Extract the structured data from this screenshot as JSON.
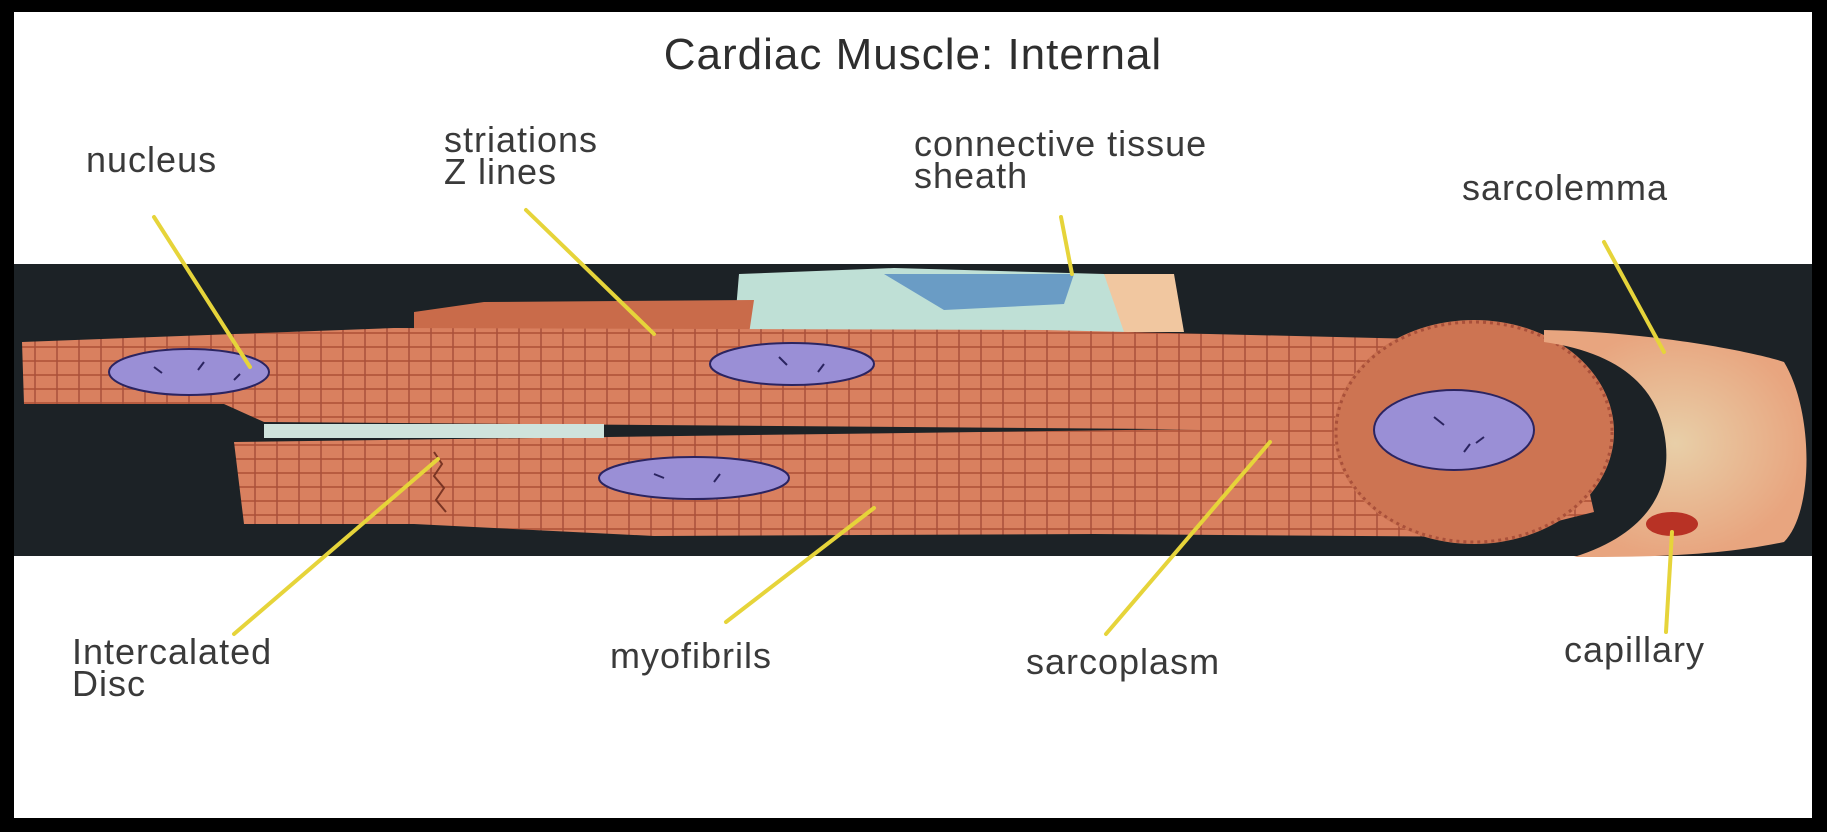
{
  "title": "Cardiac Muscle: Internal",
  "labels": {
    "nucleus": "nucleus",
    "striations_line1": "striations",
    "striations_line2": "Z lines",
    "connective_line1": "connective tissue",
    "connective_line2": "sheath",
    "sarcolemma": "sarcolemma",
    "intercalated_line1": "Intercalated",
    "intercalated_line2": "Disc",
    "myofibrils": "myofibrils",
    "sarcoplasm": "sarcoplasm",
    "capillary": "capillary"
  },
  "colors": {
    "background": "#ffffff",
    "frame": "#000000",
    "backdrop": "#1c2226",
    "muscle": "#d9805f",
    "muscle_dark": "#b85c40",
    "nucleus": "#9a8fd6",
    "sheath": "#bfe0d6",
    "sarcolemma": "#f1c7a0",
    "capillary": "#b83225",
    "leader_line": "#e6d43a"
  }
}
